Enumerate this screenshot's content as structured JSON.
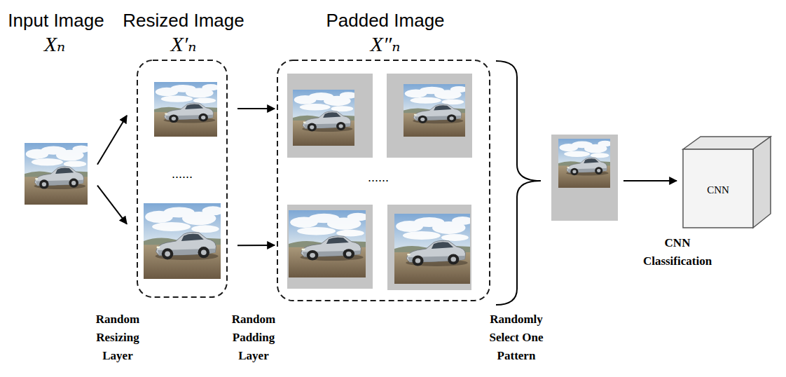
{
  "diagram": {
    "nodes": [
      {
        "text": [
          "Input Image",
          "Xₙ"
        ]
      },
      {
        "text": [
          "Resized Image",
          "X′ₙ"
        ]
      },
      {
        "text": [
          "Padded Image",
          "X″ₙ"
        ]
      },
      {
        "text": [
          "CNN"
        ]
      }
    ],
    "edges": [
      {
        "from": 0,
        "to": 1,
        "arrow": "to"
      },
      {
        "from": 0,
        "to": 1,
        "arrow": "to"
      },
      {
        "from": 1,
        "to": 2,
        "arrow": "to"
      },
      {
        "from": 1,
        "to": 2,
        "arrow": "to"
      }
    ],
    "labels": [
      "......",
      "......",
      "Random Resizing Layer",
      "Random Padding Layer",
      "Randomly Select One Pattern",
      "CNN Classification"
    ]
  }
}
